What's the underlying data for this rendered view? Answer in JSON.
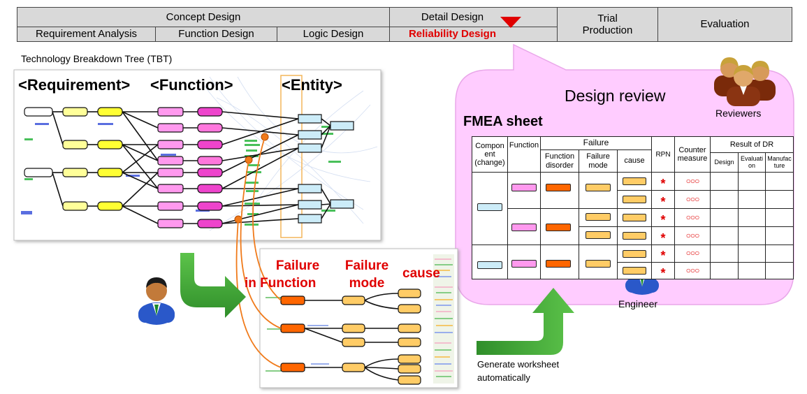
{
  "phases": {
    "concept": "Concept Design",
    "detail": "Detail Design",
    "trial": "Trial Production",
    "evaluation": "Evaluation",
    "sub": [
      "Requirement Analysis",
      "Function Design",
      "Logic Design",
      "Reliability Design"
    ]
  },
  "tbt": {
    "title": "Technology Breakdown Tree (TBT)",
    "requirement": "<Requirement>",
    "function": "<Function>",
    "entity": "<Entity>"
  },
  "failure_tree": {
    "failure_in_function_1": "Failure",
    "failure_in_function_2": "in Function",
    "failure_mode_1": "Failure",
    "failure_mode_2": "mode",
    "cause": "cause"
  },
  "generate": {
    "line1": "Generate worksheet",
    "line2": "automatically"
  },
  "review": {
    "title": "Design review",
    "reviewers": "Reviewers",
    "engineer": "Engineer",
    "fmea_title": "FMEA sheet"
  },
  "fmea": {
    "component": "Compon ent (change)",
    "function": "Function",
    "failure": "Failure",
    "function_disorder": "Function disorder",
    "failure_mode": "Failure mode",
    "cause": "cause",
    "rpn": "RPN",
    "countermeasure": "Counter measure",
    "result_of_dr": "Result of DR",
    "design": "Design",
    "evaluation": "Evaluati on",
    "manufacture": "Manufac ture",
    "rpn_mark": "*",
    "cm_mark": "○○○"
  },
  "colors": {
    "accent_red": "#e00000",
    "review_bubble": "#ffccff",
    "arrow_green": "#3aa832",
    "requirement_node": "#ffff33",
    "function_node": "#ee44cc",
    "function_light": "#ff99ee",
    "entity_node": "#ccecf8",
    "failure_orange": "#ff6600",
    "mode_tan": "#ffcc66"
  }
}
